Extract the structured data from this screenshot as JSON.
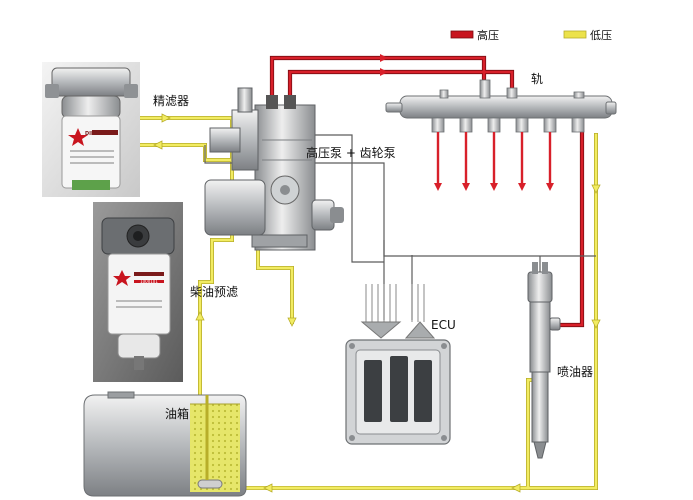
{
  "legend": {
    "high": {
      "label": "高压",
      "color": "#c8141e"
    },
    "low": {
      "label": "低压",
      "color": "#ece24a"
    }
  },
  "labels": {
    "rail": "轨",
    "fine_filter": "精滤器",
    "pump": "高压泵 + 齿轮泵",
    "pre_filter": "柴油预滤",
    "ecu": "ECU",
    "tank": "油箱",
    "injector": "喷油器"
  },
  "filter_branding": {
    "fine_brand": "DIFITE",
    "pre_brand": "DIFITE",
    "pre_model": "1000101"
  },
  "colors": {
    "high_pressure": "#c8141e",
    "low_pressure": "#ece24a",
    "low_pressure_edge": "#b8ae2a",
    "control_line": "#555555",
    "metal": "#bfc3c6"
  }
}
